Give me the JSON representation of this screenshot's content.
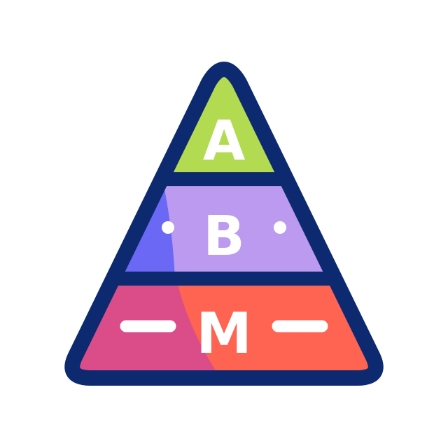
{
  "icon": {
    "name": "abm-pyramid",
    "levels": [
      {
        "label": "A",
        "colors": [
          "#b3db52"
        ]
      },
      {
        "label": "B",
        "colors": [
          "#6b68f5",
          "#bb9af0"
        ]
      },
      {
        "label": "M",
        "colors": [
          "#da4d88",
          "#ff6352"
        ]
      }
    ],
    "outline_color": "#0d2a70",
    "accent_white": "#ffffff"
  }
}
